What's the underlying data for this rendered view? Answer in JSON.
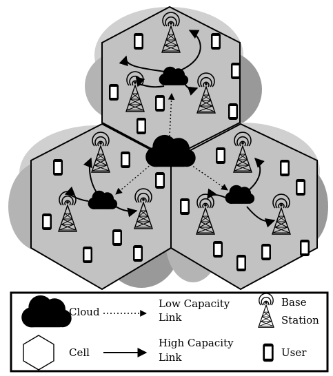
{
  "legend": {
    "cloud_label": "Cloud",
    "cell_label": "Cell",
    "low_link_line1": "Low Capacity",
    "low_link_line2": "Link",
    "high_link_line1": "High Capacity",
    "high_link_line2": "Link",
    "bs_line1": "Base",
    "bs_line2": "Station",
    "user_label": "User"
  },
  "colors": {
    "coverage_light": "#d0d0d0",
    "coverage_mid": "#b4b4b4",
    "coverage_dark": "#999999",
    "cell_fill": "#c2c2c2",
    "ink": "#000000"
  },
  "icons": [
    "cloud-icon",
    "base-station-icon",
    "user-phone-icon",
    "hexagon-cell-icon"
  ]
}
